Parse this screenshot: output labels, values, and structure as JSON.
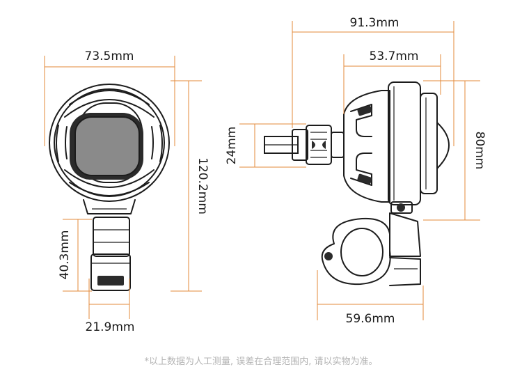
{
  "dimensions": {
    "front_width": "73.5mm",
    "front_height": "120.2mm",
    "mount_height": "40.3mm",
    "mount_width": "21.9mm",
    "side_length": "91.3mm",
    "body_length": "53.7mm",
    "side_height": "80mm",
    "plug_height": "24mm",
    "clamp_width": "59.6mm"
  },
  "note": "*以上数据为人工测量, 误差在合理范围内, 请以实物为准。",
  "colors": {
    "dimension_line": "#e38a3a",
    "outline": "#1c1c1c",
    "note_text": "#b3b3b3"
  }
}
